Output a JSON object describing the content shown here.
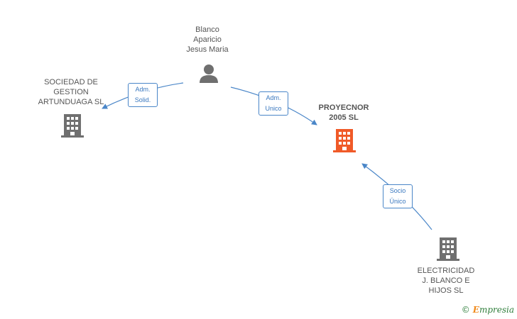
{
  "nodes": {
    "person": {
      "lines": [
        "Blanco",
        "Aparicio",
        "Jesus Maria"
      ],
      "icon": "person-icon"
    },
    "sociedad": {
      "lines": [
        "SOCIEDAD DE",
        "GESTION",
        "ARTUNDUAGA SL"
      ],
      "icon": "building-icon"
    },
    "proyecnor": {
      "lines": [
        "PROYECNOR",
        "2005 SL"
      ],
      "icon": "building-icon",
      "highlight": true
    },
    "electricidad": {
      "lines": [
        "ELECTRICIDAD",
        "J. BLANCO E",
        "HIJOS  SL"
      ],
      "icon": "building-icon"
    }
  },
  "edges": {
    "adm_solid": {
      "lines": [
        "Adm.",
        "Solid."
      ]
    },
    "adm_unico": {
      "lines": [
        "Adm.",
        "Unico"
      ]
    },
    "socio_unico": {
      "lines": [
        "Socio",
        "Único"
      ]
    }
  },
  "brand": {
    "symbol": "©",
    "initial": "E",
    "rest": "mpresia"
  },
  "colors": {
    "node_gray": "#6f6f6f",
    "node_highlight": "#f05a28",
    "edge": "#4a86c8",
    "text": "#555555"
  }
}
